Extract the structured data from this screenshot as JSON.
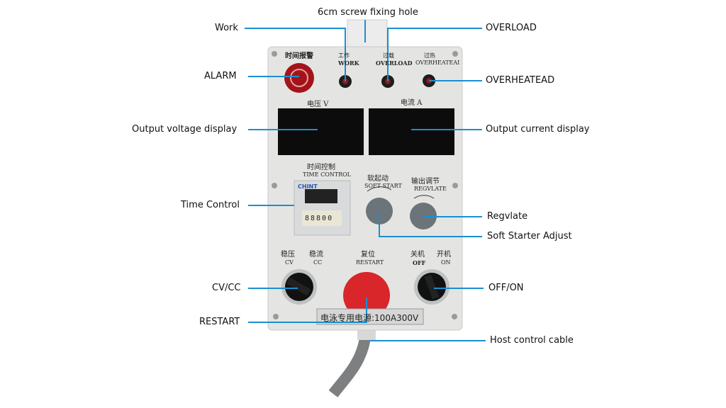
{
  "colors": {
    "leader": "#1a8fd0",
    "panel": "#e4e5e3",
    "text": "#111111"
  },
  "callouts": {
    "screw_hole": "6cm screw fixing hole",
    "work": "Work",
    "overload": "OVERLOAD",
    "alarm": "ALARM",
    "overheat": "OVERHEATEAD",
    "voltage_display": "Output voltage display",
    "current_display": "Output current display",
    "time_control": "Time Control",
    "regulate": "Regvlate",
    "soft_start": "Soft Starter Adjust",
    "cv_cc": "CV/CC",
    "off_on": "OFF/ON",
    "restart": "RESTART",
    "cable": "Host control cable"
  },
  "panel": {
    "alarm_cn": "时间报警",
    "work_cn": "工作",
    "work_en": "WORK",
    "overload_cn": "过载",
    "overload_en": "OVERLOAD",
    "overheat_cn": "过热",
    "overheat_en": "OVERHEATEAI",
    "voltage_cn": "电压  V",
    "current_cn": "电流  A",
    "time_cn": "时间控制",
    "time_en": "TIME CONTROL",
    "timer_brand": "CHINT",
    "timer_digits": "88800",
    "soft_cn": "软起动",
    "soft_en": "SOFT START",
    "reg_cn": "输出调节",
    "reg_en": "REGVLATE",
    "cv_cn": "稳压",
    "cv_en": "CV",
    "cc_cn": "稳流",
    "cc_en": "CC",
    "restart_cn": "复位",
    "restart_en": "RESTART",
    "off_cn": "关机",
    "off_en": "OFF",
    "on_cn": "开机",
    "on_en": "ON",
    "nameplate": "电泳专用电源:100A300V"
  }
}
